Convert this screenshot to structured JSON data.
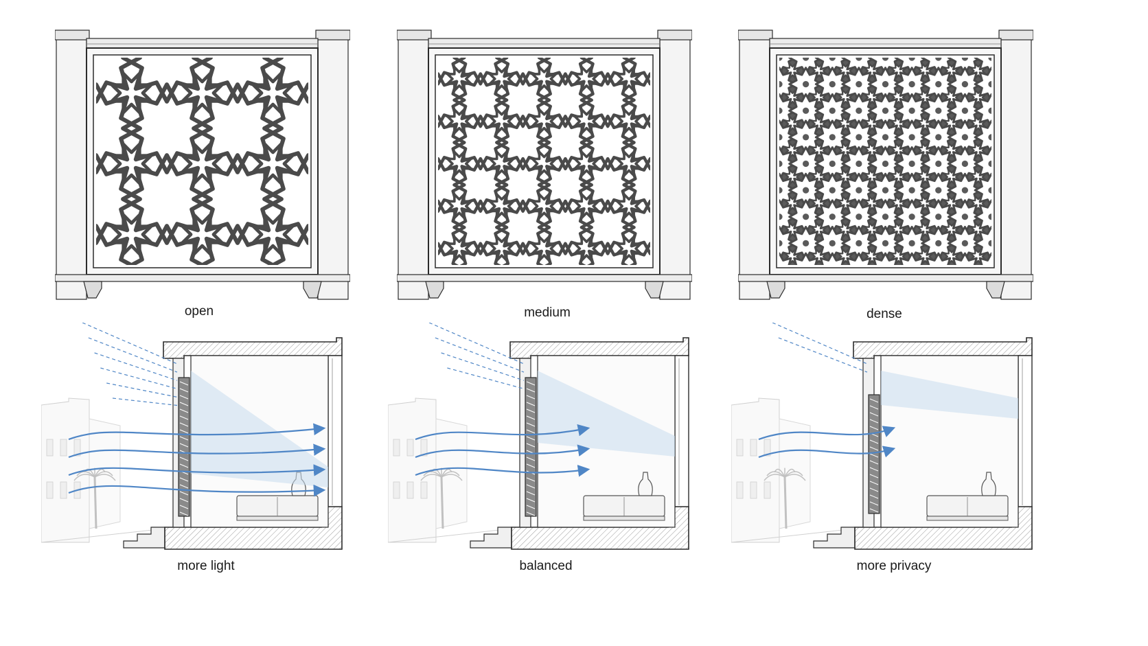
{
  "panels": [
    {
      "label": "open",
      "density": 1,
      "bar_count": 2
    },
    {
      "label": "medium",
      "density": 2,
      "bar_count": 3
    },
    {
      "label": "dense",
      "density": 3,
      "bar_count": 4
    }
  ],
  "sections": [
    {
      "label": "more light",
      "ray_count": 6,
      "airflow_arrows": 4
    },
    {
      "label": "balanced",
      "ray_count": 4,
      "airflow_arrows": 3
    },
    {
      "label": "more privacy",
      "ray_count": 2,
      "airflow_arrows": 2
    }
  ],
  "colors": {
    "ink": "#2b2b2b",
    "frame_fill": "#f4f4f4",
    "lattice": "#4a4a4a",
    "light_blue": "#4f86c6",
    "light_wash": "#c9dcef",
    "wall_hatch": "#9a9a9a"
  }
}
